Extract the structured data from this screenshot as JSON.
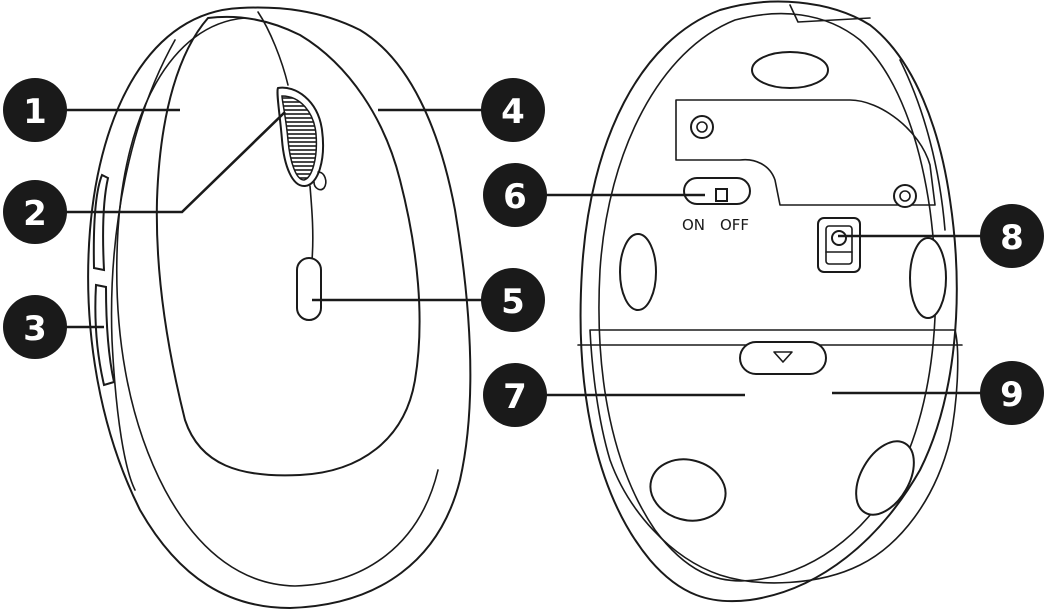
{
  "labels": [
    "1",
    "2",
    "3",
    "4",
    "5",
    "6",
    "7",
    "8",
    "9"
  ],
  "power_switch": {
    "on_text": "ON",
    "off_text": "OFF"
  },
  "colors": {
    "ink": "#1a1a1a",
    "paper": "#ffffff"
  },
  "icons": {
    "battery_cover_arrow": "triangle-down-icon"
  }
}
